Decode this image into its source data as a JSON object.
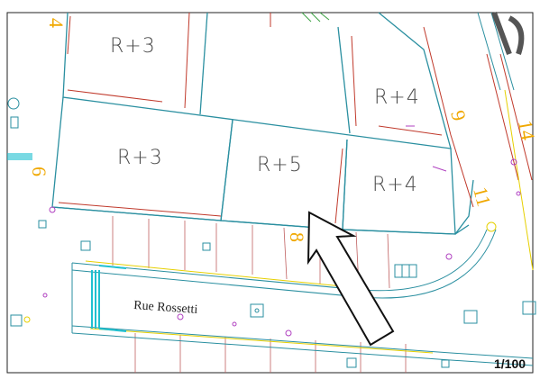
{
  "lots": [
    {
      "id": "lot-top-left",
      "label": "R+3"
    },
    {
      "id": "lot-top-right",
      "label": "R+4"
    },
    {
      "id": "lot-mid-left",
      "label": "R+3"
    },
    {
      "id": "lot-mid-center",
      "label": "R+5"
    },
    {
      "id": "lot-mid-right",
      "label": "R+4"
    }
  ],
  "house_numbers": [
    "4",
    "6",
    "9",
    "14",
    "11",
    "8"
  ],
  "street_name": "Rue Rossetti",
  "scale_label": "1/100",
  "colors": {
    "parcel_line": "#2a8fa0",
    "cadastre_red": "#c0392b",
    "yellow_marks": "#e6d000",
    "magenta_marks": "#b040c0",
    "cyan_marks": "#20c0d0",
    "green_marks": "#3aa040",
    "house_number": "#f0a800"
  }
}
